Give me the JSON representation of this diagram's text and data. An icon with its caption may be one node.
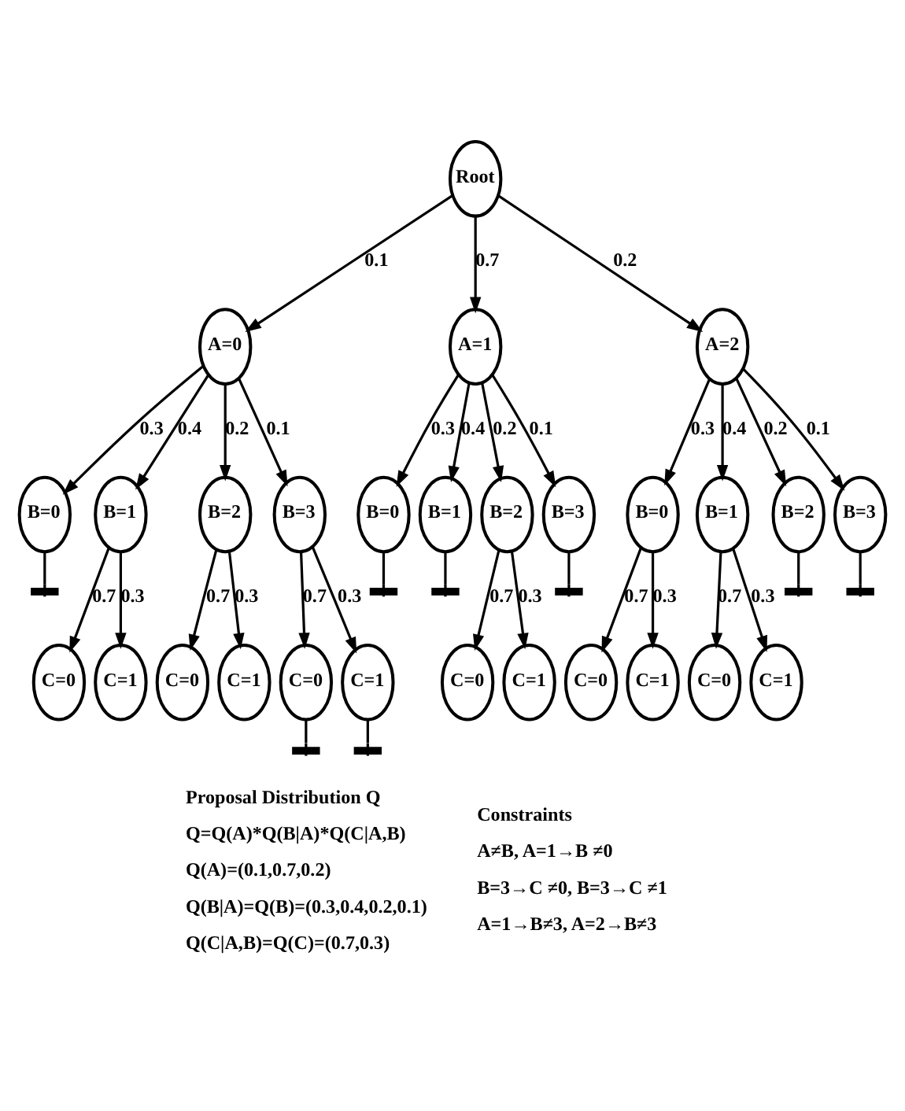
{
  "diagram": {
    "nodes": [
      {
        "text": [
          "Root"
        ]
      },
      {
        "text": [
          "A=0"
        ]
      },
      {
        "text": [
          "A=1"
        ]
      },
      {
        "text": [
          "A=2"
        ]
      },
      {
        "text": [
          "B=0"
        ]
      },
      {
        "text": [
          "B=1"
        ]
      },
      {
        "text": [
          "B=2"
        ]
      },
      {
        "text": [
          "B=3"
        ]
      },
      {
        "text": [
          "B=0"
        ]
      },
      {
        "text": [
          "B=1"
        ]
      },
      {
        "text": [
          "B=2"
        ]
      },
      {
        "text": [
          "B=3"
        ]
      },
      {
        "text": [
          "B=0"
        ]
      },
      {
        "text": [
          "B=1"
        ]
      },
      {
        "text": [
          "B=2"
        ]
      },
      {
        "text": [
          "B=3"
        ]
      },
      {
        "text": [
          "C=0"
        ]
      },
      {
        "text": [
          "C=1"
        ]
      },
      {
        "text": [
          "C=0"
        ]
      },
      {
        "text": [
          "C=1"
        ]
      },
      {
        "text": [
          "C=0"
        ]
      },
      {
        "text": [
          "C=1"
        ]
      },
      {
        "text": [
          "C=0"
        ]
      },
      {
        "text": [
          "C=1"
        ]
      },
      {
        "text": [
          "C=0"
        ]
      },
      {
        "text": [
          "C=1"
        ]
      },
      {
        "text": [
          "C=0"
        ]
      },
      {
        "text": [
          "C=1"
        ]
      }
    ],
    "edges": [
      {
        "from": 0,
        "to": 1,
        "arrow": "to",
        "label": "0.1"
      },
      {
        "from": 0,
        "to": 2,
        "arrow": "to",
        "label": "0.7"
      },
      {
        "from": 0,
        "to": 3,
        "arrow": "to",
        "label": "0.2"
      },
      {
        "from": 1,
        "to": 4,
        "arrow": "to",
        "label": "0.3"
      },
      {
        "from": 1,
        "to": 5,
        "arrow": "to",
        "label": "0.4"
      },
      {
        "from": 1,
        "to": 6,
        "arrow": "to",
        "label": "0.2"
      },
      {
        "from": 1,
        "to": 7,
        "arrow": "to",
        "label": "0.1"
      },
      {
        "from": 2,
        "to": 8,
        "arrow": "to",
        "label": "0.3"
      },
      {
        "from": 2,
        "to": 9,
        "arrow": "to",
        "label": "0.4"
      },
      {
        "from": 2,
        "to": 10,
        "arrow": "to",
        "label": "0.2"
      },
      {
        "from": 2,
        "to": 11,
        "arrow": "to",
        "label": "0.1"
      },
      {
        "from": 3,
        "to": 12,
        "arrow": "to",
        "label": "0.3"
      },
      {
        "from": 3,
        "to": 13,
        "arrow": "to",
        "label": "0.4"
      },
      {
        "from": 3,
        "to": 14,
        "arrow": "to",
        "label": "0.2"
      },
      {
        "from": 3,
        "to": 15,
        "arrow": "to",
        "label": "0.1"
      },
      {
        "from": 4,
        "to": null,
        "arrow": "other"
      },
      {
        "from": 5,
        "to": 16,
        "arrow": "to",
        "label": "0.7"
      },
      {
        "from": 5,
        "to": 17,
        "arrow": "to",
        "label": "0.3"
      },
      {
        "from": 6,
        "to": 18,
        "arrow": "to",
        "label": "0.7"
      },
      {
        "from": 6,
        "to": 19,
        "arrow": "to",
        "label": "0.3"
      },
      {
        "from": 7,
        "to": 20,
        "arrow": "to",
        "label": "0.7"
      },
      {
        "from": 7,
        "to": 21,
        "arrow": "to",
        "label": "0.3"
      },
      {
        "from": 20,
        "to": null,
        "arrow": "other"
      },
      {
        "from": 21,
        "to": null,
        "arrow": "other"
      },
      {
        "from": 8,
        "to": null,
        "arrow": "other"
      },
      {
        "from": 9,
        "to": null,
        "arrow": "other"
      },
      {
        "from": 10,
        "to": 22,
        "arrow": "to",
        "label": "0.7"
      },
      {
        "from": 10,
        "to": 23,
        "arrow": "to",
        "label": "0.3"
      },
      {
        "from": 11,
        "to": null,
        "arrow": "other"
      },
      {
        "from": 12,
        "to": 24,
        "arrow": "to",
        "label": "0.7"
      },
      {
        "from": 12,
        "to": 25,
        "arrow": "to",
        "label": "0.3"
      },
      {
        "from": 13,
        "to": 26,
        "arrow": "to",
        "label": "0.7"
      },
      {
        "from": 13,
        "to": 27,
        "arrow": "to",
        "label": "0.3"
      },
      {
        "from": 14,
        "to": null,
        "arrow": "other"
      },
      {
        "from": 15,
        "to": null,
        "arrow": "other"
      }
    ],
    "labels": [
      "Proposal Distribution Q",
      "Q=Q(A)*Q(B|A)*Q(C|A,B)",
      "Q(A)=(0.1,0.7,0.2)",
      "Q(B|A)=Q(B)=(0.3,0.4,0.2,0.1)",
      "Q(C|A,B)=Q(C)=(0.7,0.3)",
      "Constraints",
      "A≠B, A=1→B ≠0",
      "B=3→C ≠0, B=3→C ≠1",
      "A=1→B≠3, A=2→B≠3"
    ]
  }
}
